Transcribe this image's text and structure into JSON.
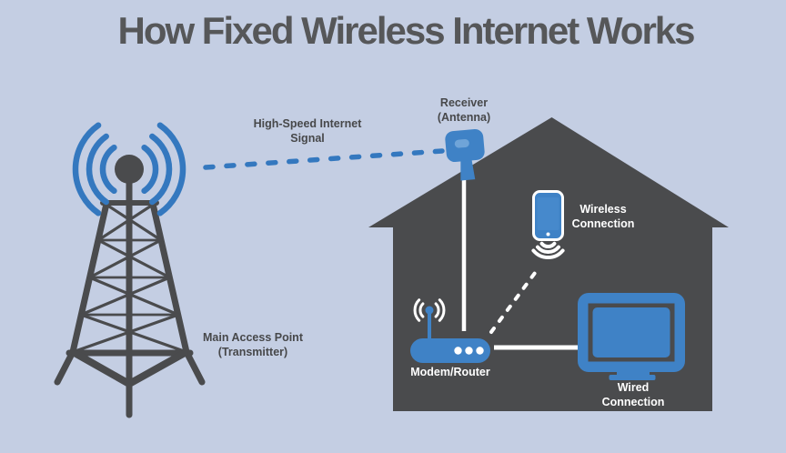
{
  "title": "How Fixed Wireless Internet Works",
  "labels": {
    "signal": {
      "line1": "High-Speed Internet",
      "line2": "Signal"
    },
    "receiver": {
      "line1": "Receiver",
      "line2": "(Antenna)"
    },
    "transmitter": {
      "line1": "Main Access Point",
      "line2": "(Transmitter)"
    },
    "wireless": {
      "line1": "Wireless",
      "line2": "Connection"
    },
    "modem": {
      "label": "Modem/Router"
    },
    "wired": {
      "line1": "Wired",
      "line2": "Connection"
    }
  },
  "icons": {
    "tower": "cell-tower-icon",
    "tower_waves": "radio-waves-icon",
    "signal_line": "dashed-signal-line",
    "house": "house-icon",
    "receiver": "antenna-receiver-icon",
    "phone": "smartphone-icon",
    "phone_waves": "wifi-waves-icon",
    "modem": "modem-router-icon",
    "modem_waves": "antenna-signal-icon",
    "monitor": "desktop-monitor-icon"
  },
  "colors": {
    "background": "#c4cee3",
    "structure_gray": "#4a4b4d",
    "device_blue": "#3f82c6",
    "screen_blue": "#4689cc",
    "receiver_detail_blue": "#6fa4d8",
    "signal_blue": "#3478bf",
    "label_dark": "#47484a",
    "label_light": "#ffffff",
    "title_gray": "#565759",
    "connection_white": "#ffffff"
  }
}
